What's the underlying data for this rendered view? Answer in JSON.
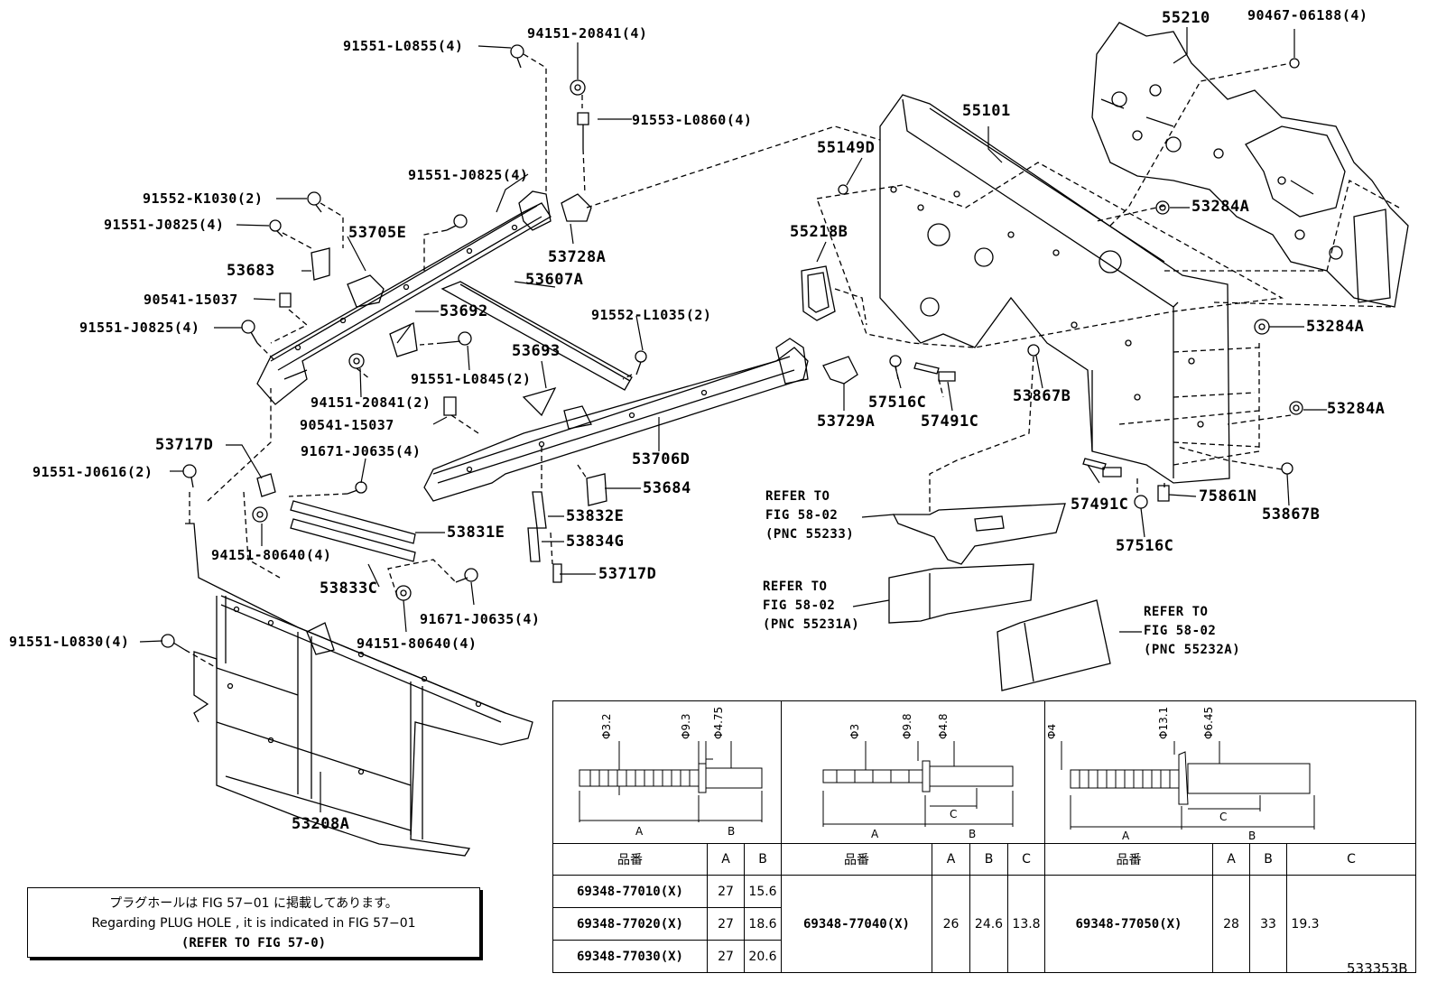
{
  "labels": {
    "l01": "91551-L0855(4)",
    "l02": "94151-20841(4)",
    "l03": "91553-L0860(4)",
    "l04": "91551-J0825(4)",
    "l05": "91552-K1030(2)",
    "l06": "91551-J0825(4)",
    "l07": "53705E",
    "l08": "53683",
    "l09": "90541-15037",
    "l10": "91551-J0825(4)",
    "l11": "53692",
    "l12": "53728A",
    "l13": "53607A",
    "l14": "91552-L1035(2)",
    "l15": "53693",
    "l16": "91551-L0845(2)",
    "l17": "94151-20841(2)",
    "l18": "90541-15037",
    "l19": "53717D",
    "l20": "91671-J0635(4)",
    "l21": "91551-J0616(2)",
    "l22": "53706D",
    "l23": "53684",
    "l24": "53832E",
    "l25": "53831E",
    "l26": "94151-80640(4)",
    "l27": "53834G",
    "l28": "53833C",
    "l29": "53717D",
    "l30": "91671-J0635(4)",
    "l31": "94151-80640(4)",
    "l32": "91551-L0830(4)",
    "l33": "53208A",
    "l34": "55210",
    "l35": "90467-06188(4)",
    "l36": "55101",
    "l37": "55149D",
    "l38": "53284A",
    "l39": "55218B",
    "l40": "53284A",
    "l41": "53284A",
    "l42": "57516C",
    "l43": "57491C",
    "l44": "53729A",
    "l45": "53867B",
    "l46": "57491C",
    "l47": "75861N",
    "l48": "57516C",
    "l49": "53867B",
    "ref1": "REFER TO\nFIG 58-02\n(PNC 55233)",
    "ref2": "REFER TO\nFIG 58-02\n(PNC 55231A)",
    "ref3": "REFER TO\nFIG 58-02\n(PNC 55232A)"
  },
  "note": {
    "line1": "プラグホールは FIG 57−01 に掲載してあります。",
    "line2": "Regarding PLUG HOLE , it is indicated in FIG 57−01",
    "line3": "(REFER TO FIG 57-0)"
  },
  "rivet_table": {
    "dims": {
      "g1_d1": "Φ3.2",
      "g1_d2": "Φ9.3",
      "g1_d3": "Φ4.75",
      "g1_a": "A",
      "g1_b": "B",
      "g2_d1": "Φ3",
      "g2_d2": "Φ9.8",
      "g2_d3": "Φ4.8",
      "g2_a": "A",
      "g2_b": "B",
      "g2_c": "C",
      "g3_d1": "Φ4",
      "g3_d2": "Φ13.1",
      "g3_d3": "Φ6.45",
      "g3_a": "A",
      "g3_b": "B",
      "g3_c": "C"
    },
    "header1": {
      "part": "品番",
      "a": "A",
      "b": "B"
    },
    "header2": {
      "part": "品番",
      "a": "A",
      "b": "B",
      "c": "C"
    },
    "header3": {
      "part": "品番",
      "a": "A",
      "b": "B",
      "c": "C"
    },
    "group1": [
      {
        "part": "69348-77010(X)",
        "a": "27",
        "b": "15.6"
      },
      {
        "part": "69348-77020(X)",
        "a": "27",
        "b": "18.6"
      },
      {
        "part": "69348-77030(X)",
        "a": "27",
        "b": "20.6"
      }
    ],
    "group2": {
      "part": "69348-77040(X)",
      "a": "26",
      "b": "24.6",
      "c": "13.8"
    },
    "group3": {
      "part": "69348-77050(X)",
      "a": "28",
      "b": "33",
      "c": "19.3"
    }
  },
  "image_id": "533353B"
}
